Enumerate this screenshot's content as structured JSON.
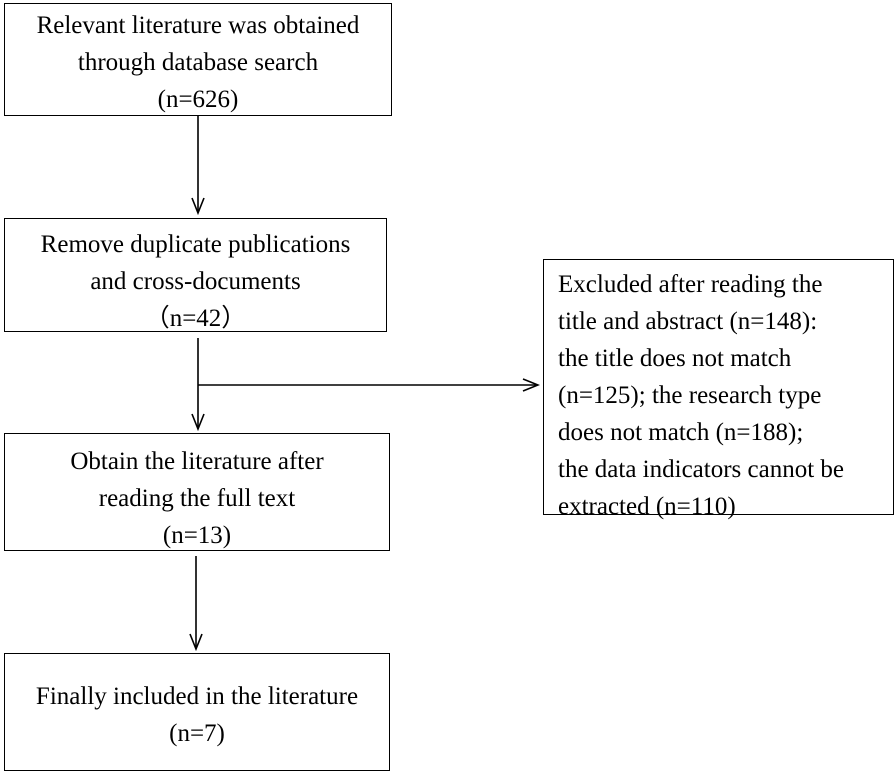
{
  "flowchart": {
    "boxes": [
      {
        "id": "database-search",
        "lines": [
          "Relevant literature was obtained",
          "through database search",
          "(n=626)"
        ]
      },
      {
        "id": "remove-duplicates",
        "lines": [
          "Remove duplicate publications",
          "and cross-documents",
          "（n=42）"
        ]
      },
      {
        "id": "full-text",
        "lines": [
          "Obtain the literature after",
          "reading the full text",
          "(n=13)"
        ]
      },
      {
        "id": "finally-included",
        "lines": [
          "Finally included in the literature",
          "(n=7)"
        ]
      },
      {
        "id": "excluded",
        "lines": [
          "Excluded after reading the",
          "title and abstract (n=148):",
          "the title does not match",
          "(n=125); the research type",
          "does not match (n=188);",
          "the data indicators cannot be",
          "extracted (n=110)"
        ]
      }
    ],
    "colors": {
      "stroke": "#000000",
      "background": "#ffffff",
      "text": "#000000"
    }
  }
}
